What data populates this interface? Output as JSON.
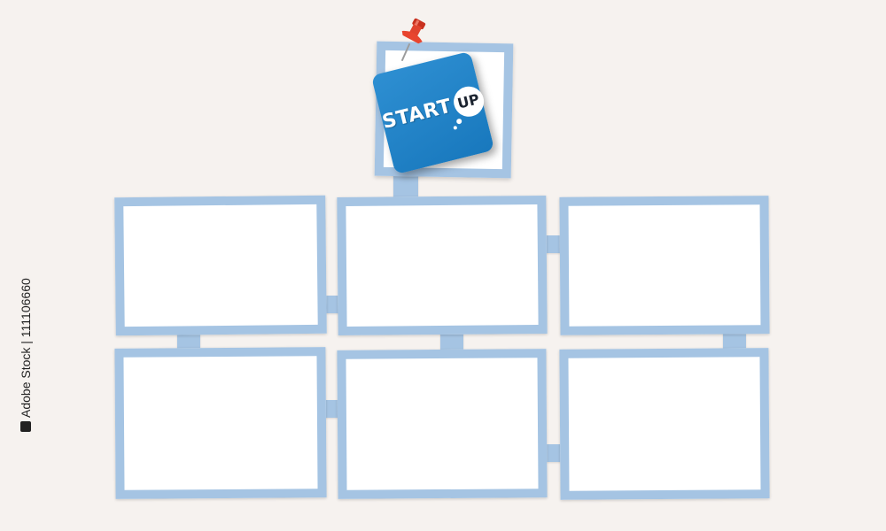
{
  "colors": {
    "background": "#f6f2ef",
    "frame_border": "#a5c4e3",
    "frame_fill": "#ffffff",
    "sticker": "#1f7fc4",
    "pin": "#e8452f"
  },
  "sticker": {
    "word1": "START",
    "word2": "UP"
  },
  "watermark": {
    "brand": "Adobe Stock",
    "id": "111106660"
  },
  "icons": {
    "pin": "push-pin-icon",
    "bubble": "thought-bubble-icon",
    "logo": "adobe-stock-logo-icon"
  }
}
